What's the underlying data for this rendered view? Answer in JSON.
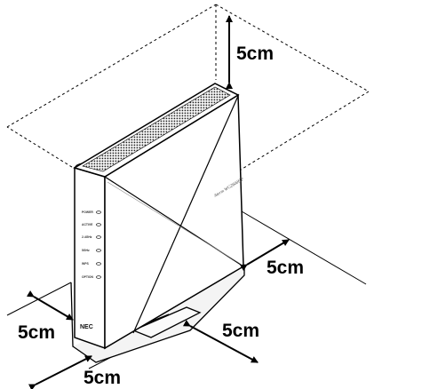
{
  "clearances": {
    "top": "5cm",
    "right_side": "5cm",
    "left_side": "5cm",
    "front": "5cm",
    "back": "5cm"
  },
  "device": {
    "brand": "NEC",
    "logo_text": "Aterm WG2600HP",
    "led_labels": [
      "POWER",
      "ACTIVE",
      "2.4GHz",
      "5GHz",
      "WPS",
      "OPTION"
    ]
  }
}
